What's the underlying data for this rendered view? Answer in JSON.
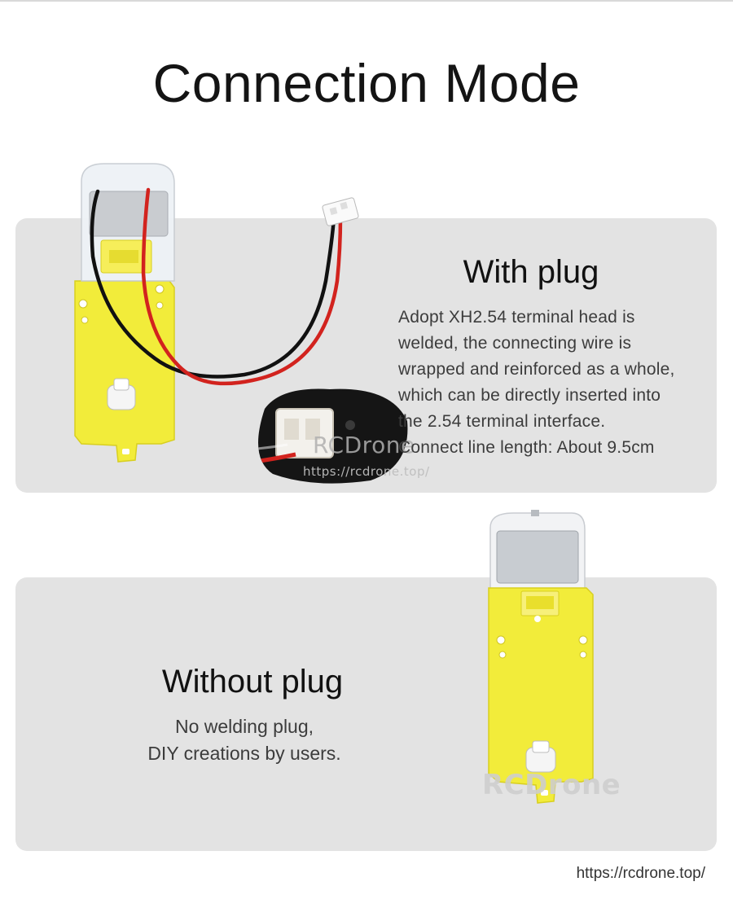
{
  "page": {
    "title": "Connection Mode",
    "footer_url": "https://rcdrone.top/"
  },
  "with_plug": {
    "heading": "With plug",
    "description": [
      "Adopt XH2.54 terminal head is",
      "welded, the connecting wire is",
      "wrapped and reinforced as a whole,",
      "which can be directly inserted into",
      "the 2.54 terminal interface.",
      "Connect line length: About 9.5cm"
    ],
    "watermark": "RCDrone",
    "watermark_url": "https://rcdrone.top/"
  },
  "without_plug": {
    "heading": "Without plug",
    "description": [
      "No welding plug,",
      "DIY creations by users."
    ],
    "watermark": "RCDrone"
  },
  "colors": {
    "panel": "#e3e3e3",
    "gearbox_yellow": "#f2ec3a",
    "wire_red": "#d2231e",
    "wire_black": "#111111"
  }
}
